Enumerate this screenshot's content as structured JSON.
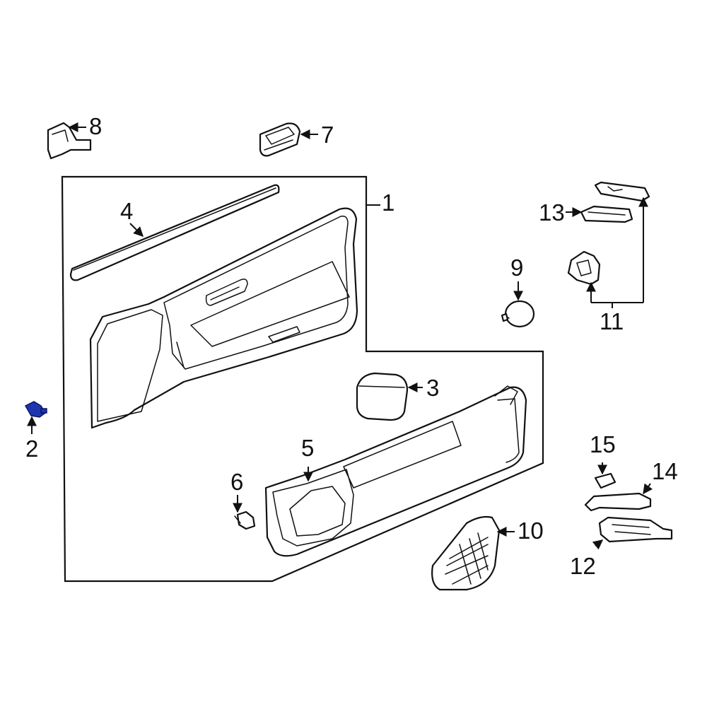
{
  "callouts": [
    {
      "id": "1",
      "label": "1"
    },
    {
      "id": "2",
      "label": "2"
    },
    {
      "id": "3",
      "label": "3"
    },
    {
      "id": "4",
      "label": "4"
    },
    {
      "id": "5",
      "label": "5"
    },
    {
      "id": "6",
      "label": "6"
    },
    {
      "id": "7",
      "label": "7"
    },
    {
      "id": "8",
      "label": "8"
    },
    {
      "id": "9",
      "label": "9"
    },
    {
      "id": "10",
      "label": "10"
    },
    {
      "id": "11",
      "label": "11"
    },
    {
      "id": "12",
      "label": "12"
    },
    {
      "id": "13",
      "label": "13"
    },
    {
      "id": "14",
      "label": "14"
    },
    {
      "id": "15",
      "label": "15"
    }
  ],
  "highlighted_part": "2",
  "colors": {
    "highlight": "#1f35b0",
    "line": "#111111",
    "background": "#ffffff"
  }
}
